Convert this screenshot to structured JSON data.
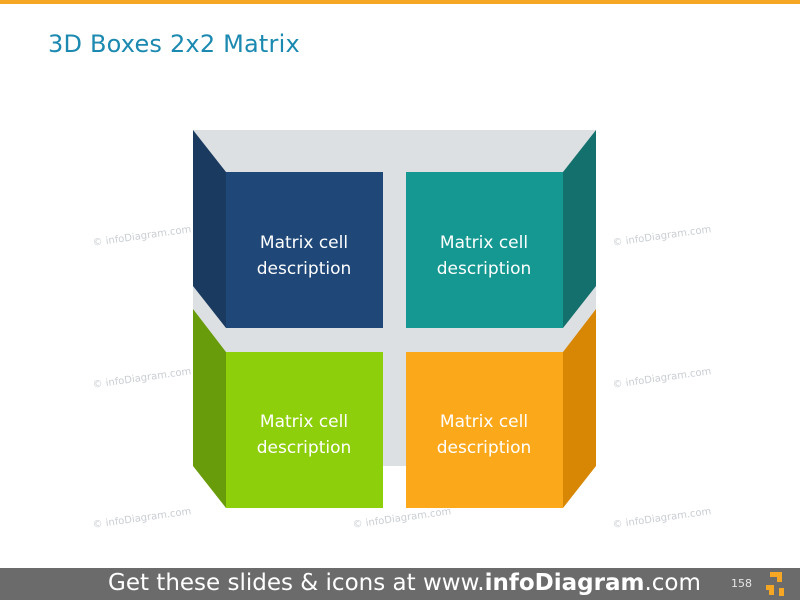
{
  "title": "3D Boxes 2x2 Matrix",
  "watermark": "© infoDiagram.com",
  "cells": [
    {
      "line1": "Matrix cell",
      "line2": "description",
      "color": "#1f4778",
      "side_color": "#1a3a60"
    },
    {
      "line1": "Matrix cell",
      "line2": "description",
      "color": "#169892",
      "side_color": "#13706c"
    },
    {
      "line1": "Matrix cell",
      "line2": "description",
      "color": "#8ecf0b",
      "side_color": "#699c0a"
    },
    {
      "line1": "Matrix cell",
      "line2": "description",
      "color": "#fca81b",
      "side_color": "#d88705"
    }
  ],
  "background_panel_color": "#dde0e3",
  "footer": {
    "prefix": "Get these slides & icons at www.",
    "brand": "infoDiagram",
    "suffix": ".com",
    "page_number": "158"
  },
  "colors": {
    "accent": "#f5a623",
    "title": "#1b89b0",
    "footer_bg": "#6b6b6b"
  }
}
